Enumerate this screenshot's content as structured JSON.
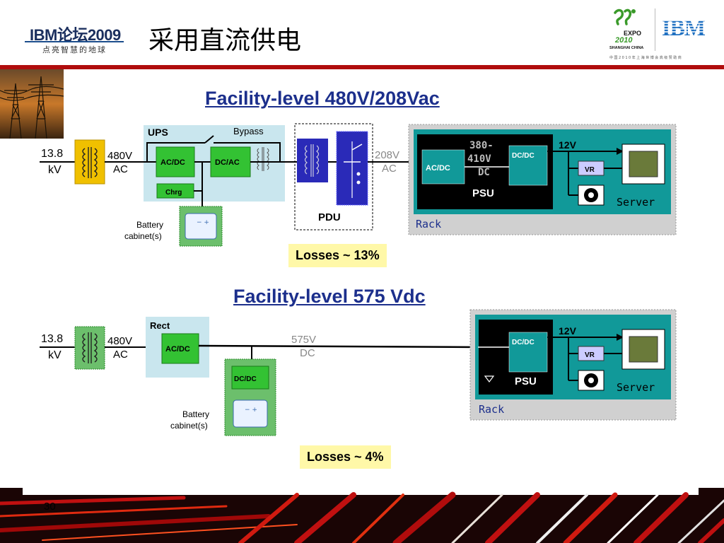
{
  "header": {
    "logo_main": "IBM论坛2009",
    "logo_sub": "点亮智慧的地球",
    "title": "采用直流供电",
    "expo_text": "EXPO",
    "expo_year": "2010",
    "expo_city": "SHANGHAI CHINA",
    "ibm_brand": "IBM",
    "sponsor_line": "中国2010年上海世博会高级赞助商"
  },
  "colors": {
    "red_bar": "#b00d0d",
    "title_blue": "#1c2f8c",
    "ups_bg": "#c9e6ee",
    "green_box": "#33c233",
    "rack_teal": "#119999",
    "loss_bg": "#fff8a8",
    "pdu_blue": "#2a2ab8",
    "xfmr_yellow": "#f0c000"
  },
  "diagram_ac": {
    "title": "Facility-level 480V/208Vac",
    "input_voltage_top": "13.8",
    "input_voltage_bottom": "kV",
    "mid_voltage_top": "480V",
    "mid_voltage_bottom": "AC",
    "ups_label": "UPS",
    "bypass_label": "Bypass",
    "acdc": "AC/DC",
    "dcac": "DC/AC",
    "chrg": "Chrg",
    "battery_line1": "Battery",
    "battery_line2": "cabinet(s)",
    "pdu_label": "PDU",
    "out_voltage_top": "208V",
    "out_voltage_bottom": "AC",
    "psu_acdc": "AC/DC",
    "psu_range_1": "380-",
    "psu_range_2": "410V",
    "psu_range_3": "DC",
    "psu_dcdc": "DC/DC",
    "psu_label": "PSU",
    "v12": "12V",
    "vr": "VR",
    "server": "Server",
    "rack": "Rack",
    "losses": "Losses ~ 13%"
  },
  "diagram_dc": {
    "title": "Facility-level 575 Vdc",
    "input_voltage_top": "13.8",
    "input_voltage_bottom": "kV",
    "mid_voltage_top": "480V",
    "mid_voltage_bottom": "AC",
    "rect_label": "Rect",
    "acdc": "AC/DC",
    "dcdc": "DC/DC",
    "battery_line1": "Battery",
    "battery_line2": "cabinet(s)",
    "bus_voltage_top": "575V",
    "bus_voltage_bottom": "DC",
    "psu_dcdc": "DC/DC",
    "psu_label": "PSU",
    "v12": "12V",
    "vr": "VR",
    "server": "Server",
    "rack": "Rack",
    "losses": "Losses ~ 4%"
  },
  "footer": {
    "page_number": "30"
  }
}
